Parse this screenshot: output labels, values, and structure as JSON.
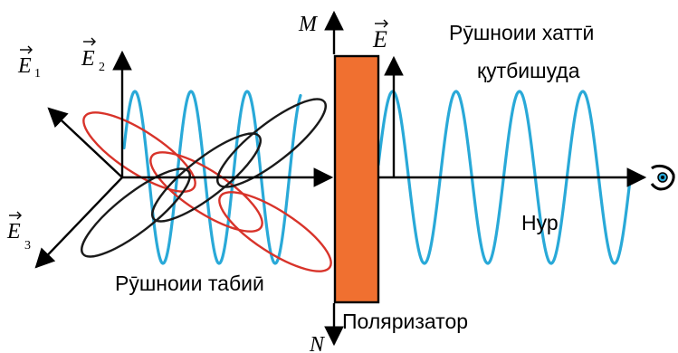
{
  "labels": {
    "e1": "E",
    "e1_sub": "1",
    "e2": "E",
    "e2_sub": "2",
    "e3": "E",
    "e3_sub": "3",
    "e": "E",
    "m": "M",
    "n": "N",
    "polarized_line1": "Рӯшноии хаттӣ",
    "polarized_line2": "қутбишуда",
    "natural_light": "Рӯшноии табиӣ",
    "ray": "Нур",
    "polarizer": "Поляризатор"
  },
  "icons": {
    "eye": "eye-icon"
  },
  "colors": {
    "wave_blue": "#29a9d8",
    "wave_red": "#d8332a",
    "wave_black": "#1a1a1a",
    "polarizer_fill": "#f07030",
    "axis": "#000000"
  }
}
